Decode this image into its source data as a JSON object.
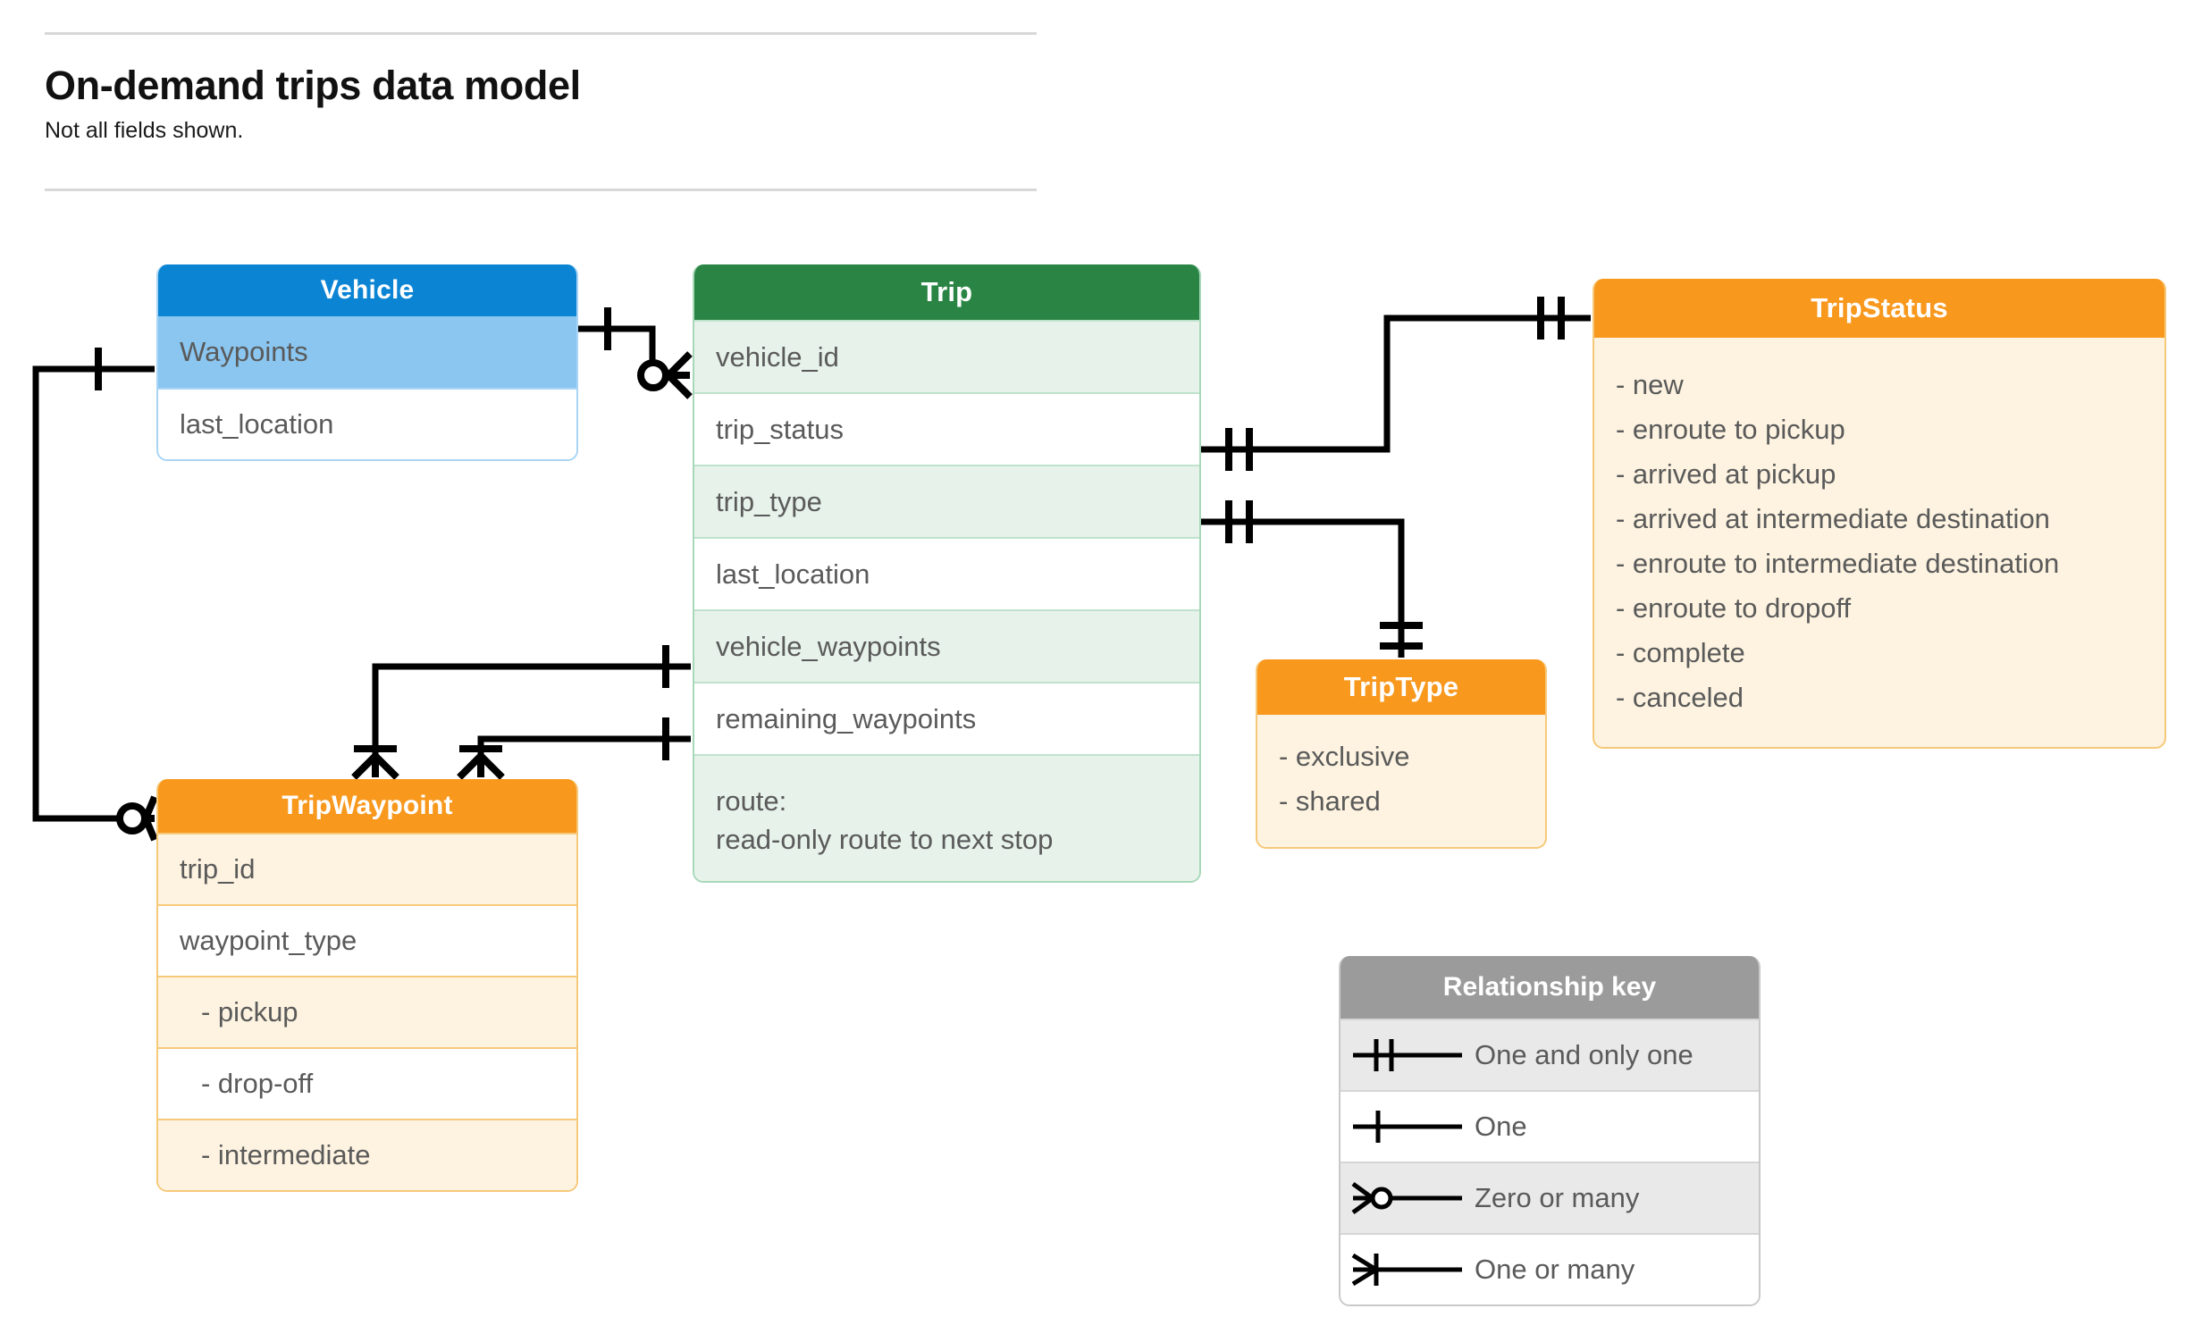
{
  "header": {
    "title": "On-demand trips data model",
    "subtitle": "Not all fields shown."
  },
  "entities": {
    "vehicle": {
      "name": "Vehicle",
      "color": "#0b84d4",
      "fields": [
        "Waypoints",
        "last_location"
      ]
    },
    "trip": {
      "name": "Trip",
      "color": "#2a8545",
      "fields": [
        "vehicle_id",
        "trip_status",
        "trip_type",
        "last_location",
        "vehicle_waypoints",
        "remaining_waypoints"
      ],
      "route_label": "route:",
      "route_desc": "read-only route to next stop"
    },
    "trip_waypoint": {
      "name": "TripWaypoint",
      "color": "#f8981d",
      "fields": [
        "trip_id",
        "waypoint_type"
      ],
      "waypoint_types": [
        "-  pickup",
        "-  drop-off",
        "-  intermediate"
      ]
    },
    "trip_status": {
      "name": "TripStatus",
      "color": "#f8981d",
      "values": [
        "- new",
        "- enroute to pickup",
        "- arrived at pickup",
        "- arrived at intermediate destination",
        "- enroute to intermediate destination",
        "- enroute to dropoff",
        "- complete",
        "- canceled"
      ]
    },
    "trip_type": {
      "name": "TripType",
      "color": "#f8981d",
      "values": [
        "- exclusive",
        "- shared"
      ]
    }
  },
  "relationship_key": {
    "title": "Relationship key",
    "rows": [
      {
        "symbol": "one-and-only-one",
        "label": "One and only one"
      },
      {
        "symbol": "one",
        "label": "One"
      },
      {
        "symbol": "zero-or-many",
        "label": "Zero or many"
      },
      {
        "symbol": "one-or-many",
        "label": "One or many"
      }
    ]
  }
}
